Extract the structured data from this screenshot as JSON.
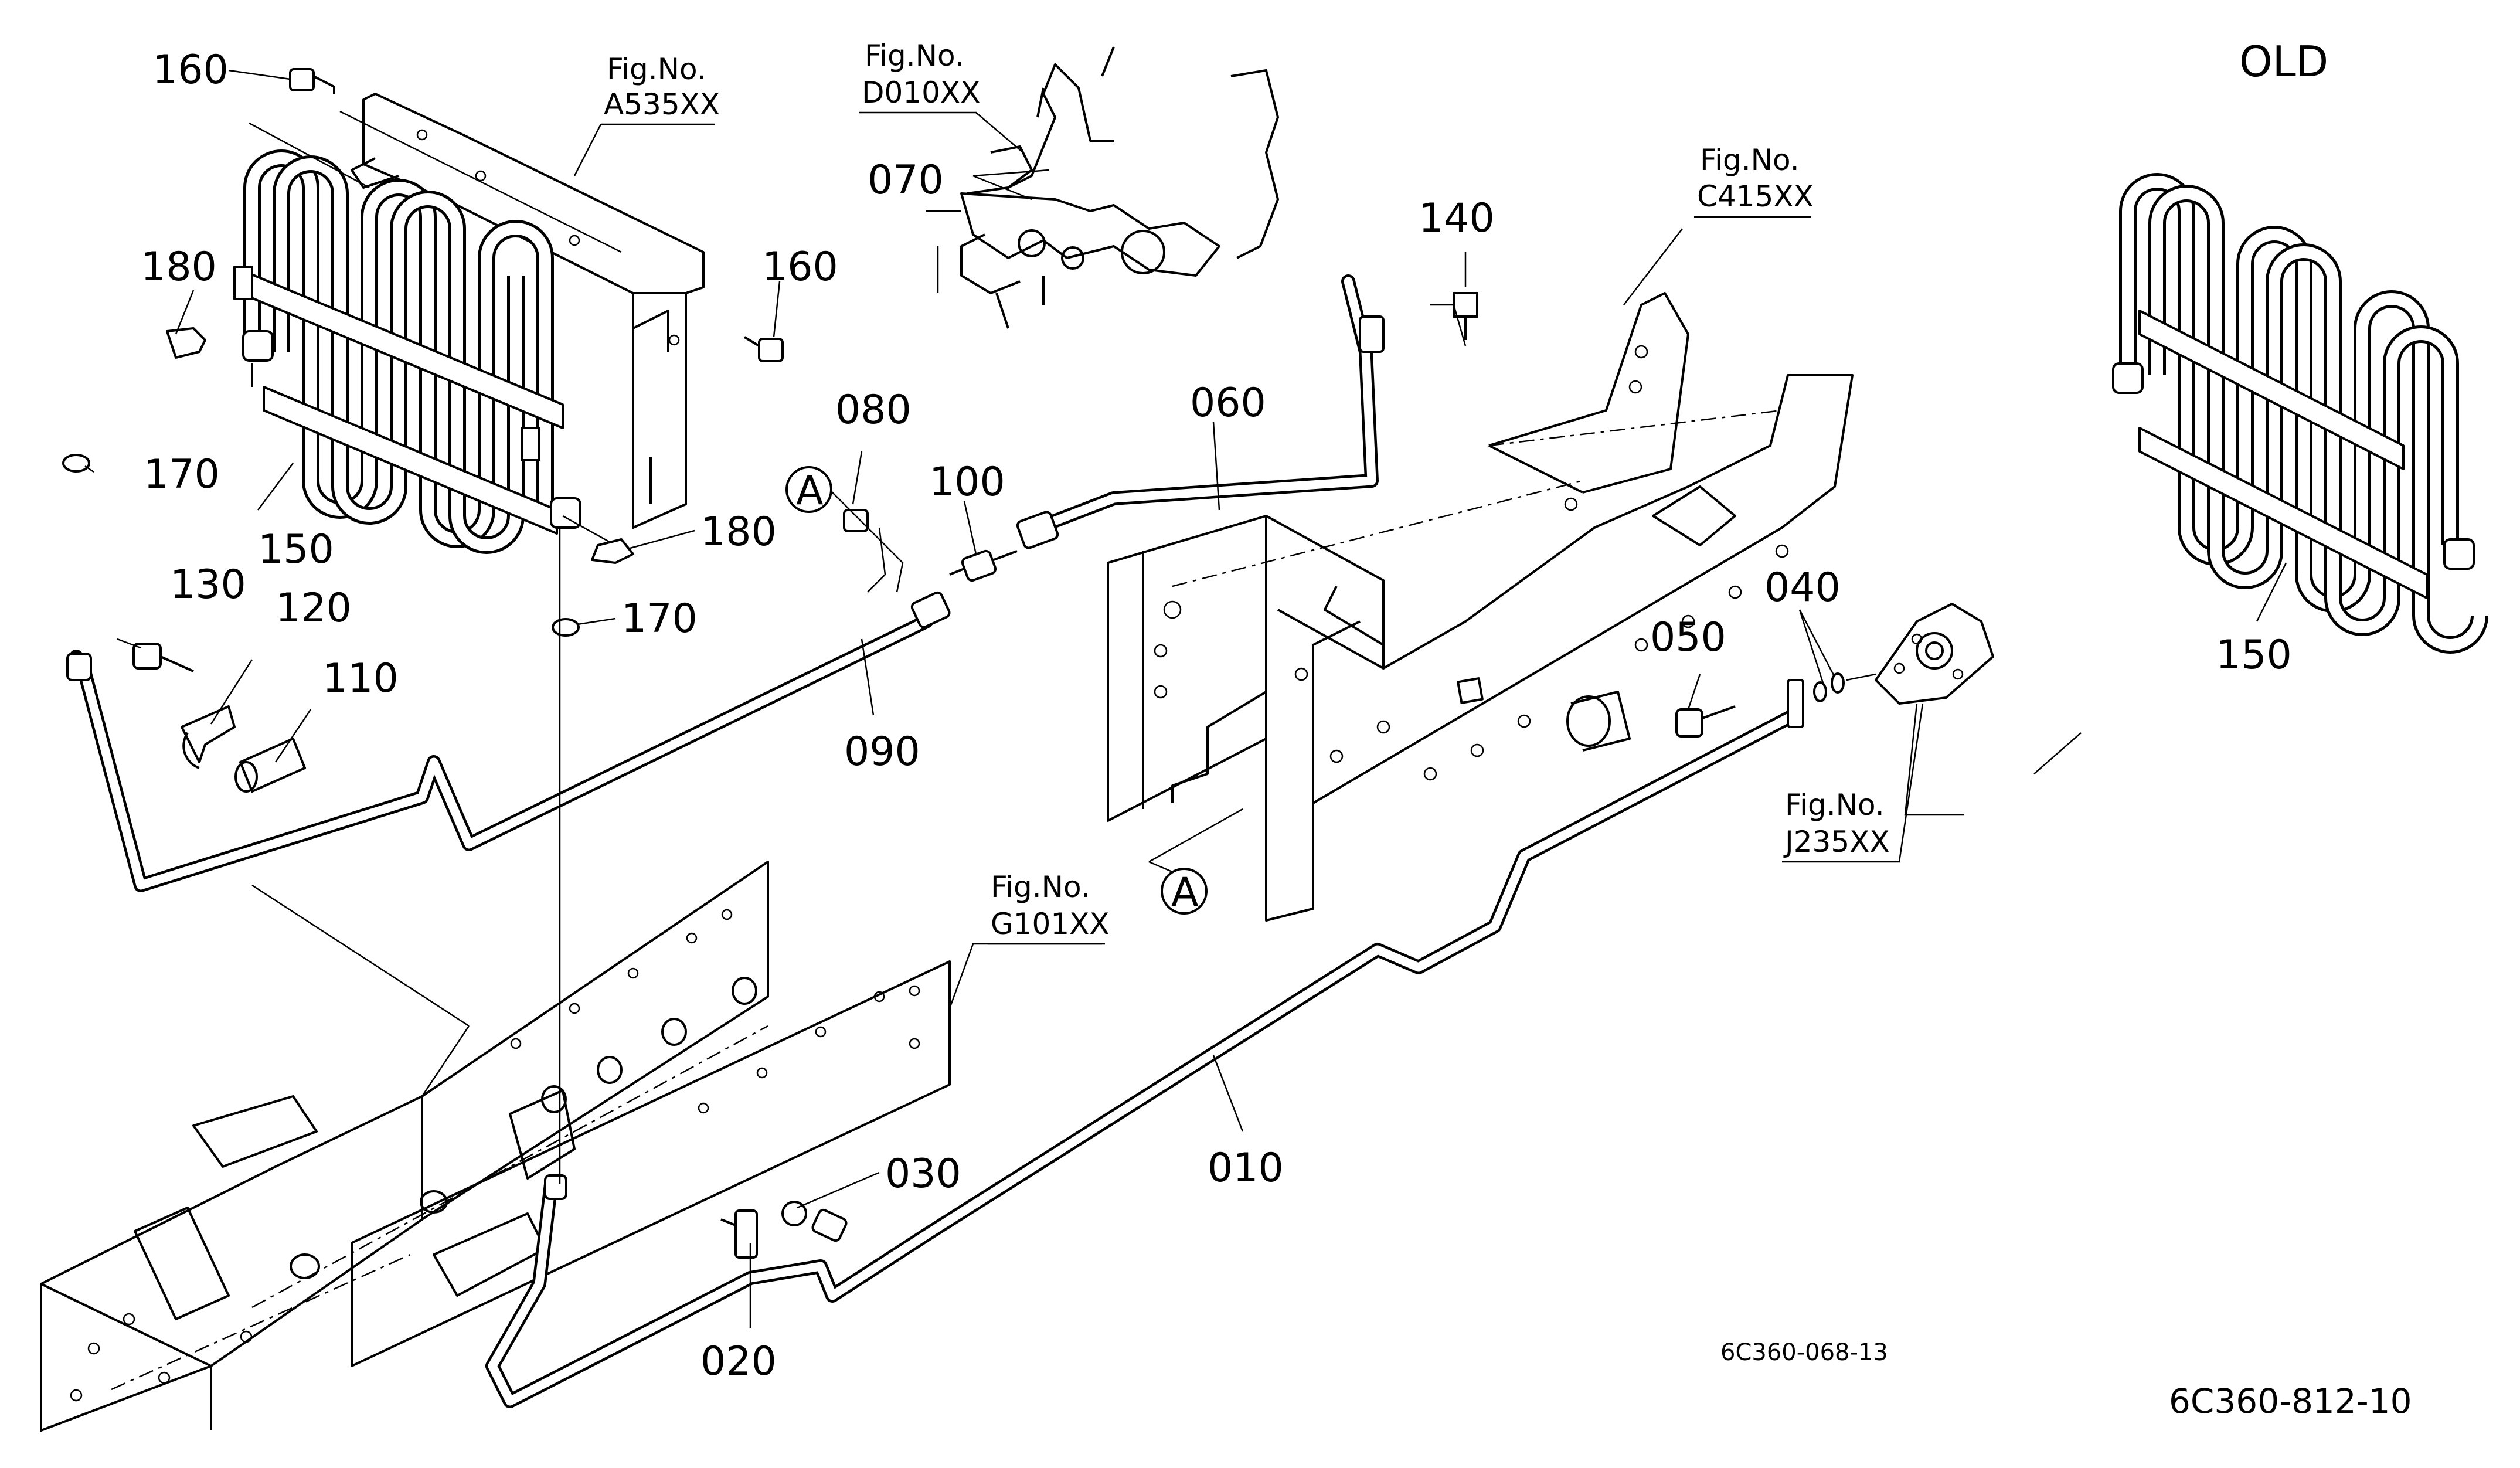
{
  "title_old": "OLD",
  "callouts": {
    "p010": "010",
    "p020": "020",
    "p030": "030",
    "p040": "040",
    "p050": "050",
    "p060": "060",
    "p070": "070",
    "p080": "080",
    "p090": "090",
    "p100": "100",
    "p110": "110",
    "p120": "120",
    "p130": "130",
    "p140": "140",
    "p150": "150",
    "p150_old": "150",
    "p160_top": "160",
    "p160_right": "160",
    "p170_left": "170",
    "p170_mid": "170",
    "p180_top": "180",
    "p180_bottom": "180"
  },
  "figure_refs": {
    "a535": {
      "label": "Fig.No.",
      "code": "A535XX"
    },
    "d010": {
      "label": "Fig.No.",
      "code": "D010XX"
    },
    "c415": {
      "label": "Fig.No.",
      "code": "C415XX"
    },
    "g101": {
      "label": "Fig.No.",
      "code": "G101XX"
    },
    "j235": {
      "label": "Fig.No.",
      "code": "J235XX"
    }
  },
  "ref_marks": {
    "a_upper": "A",
    "a_lower": "A"
  },
  "drawing_codes": {
    "inner": "6C360-068-13",
    "outer": "6C360-812-10"
  }
}
